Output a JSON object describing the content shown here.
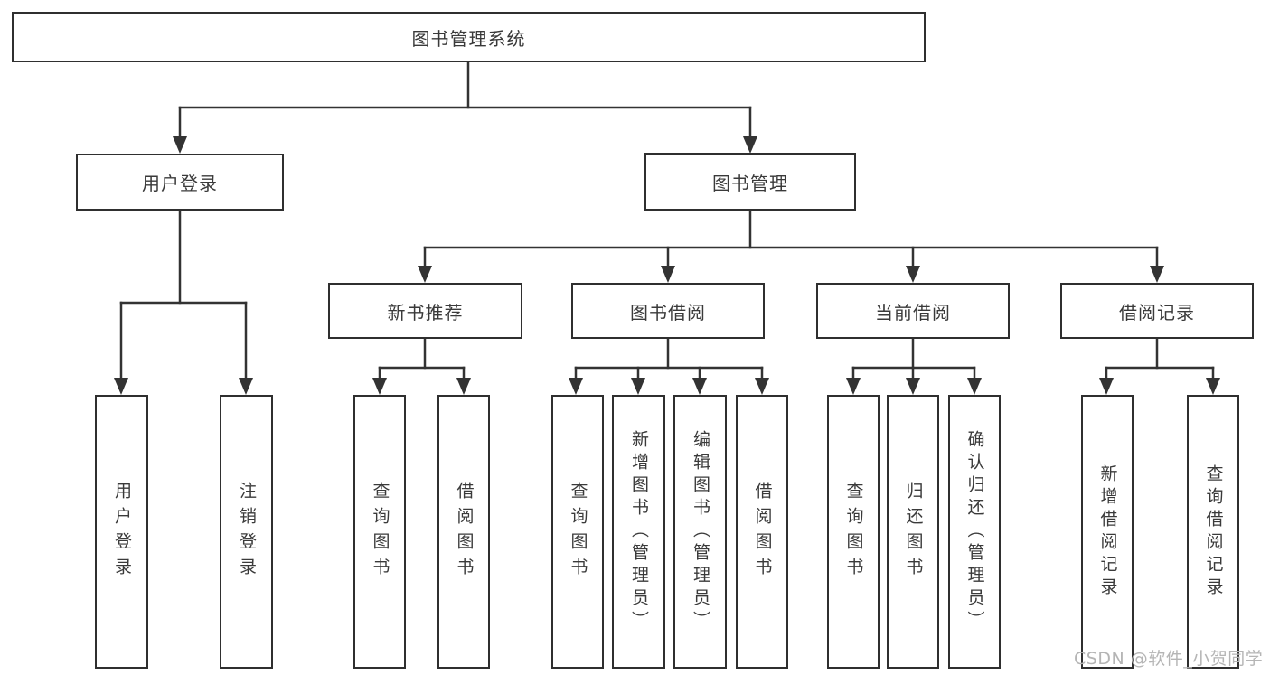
{
  "diagram": {
    "title": "图书管理系统",
    "level2": [
      {
        "label": "用户登录"
      },
      {
        "label": "图书管理"
      }
    ],
    "level3": [
      {
        "label": "新书推荐"
      },
      {
        "label": "图书借阅"
      },
      {
        "label": "当前借阅"
      },
      {
        "label": "借阅记录"
      }
    ],
    "leaves": {
      "user_login": [
        "用户登录",
        "注销登录"
      ],
      "new_book": [
        "查询图书",
        "借阅图书"
      ],
      "book_borrow": [
        "查询图书",
        "新增图书（管理员）",
        "编辑图书（管理员）",
        "借阅图书"
      ],
      "current_borrow": [
        "查询图书",
        "归还图书",
        "确认归还（管理员）"
      ],
      "borrow_record": [
        "新增借阅记录",
        "查询借阅记录"
      ]
    }
  },
  "watermark": {
    "text": "CSDN @软件_小贺同学"
  },
  "colors": {
    "line": "#333333",
    "border": "#2f2f2f",
    "text": "#3a3a3a",
    "watermark": "#b5b5b5",
    "background": "#ffffff"
  }
}
